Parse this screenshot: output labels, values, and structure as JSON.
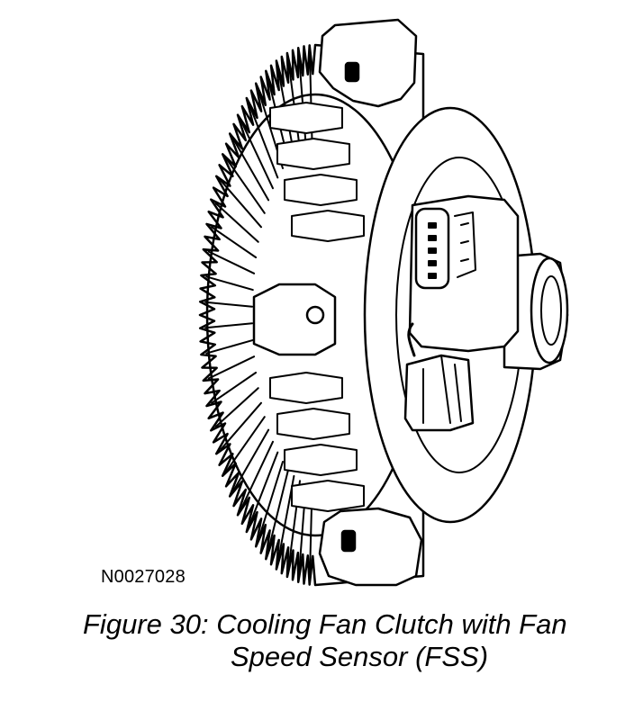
{
  "part_number": "N0027028",
  "caption": {
    "line1": "Figure 30: Cooling Fan Clutch with Fan",
    "line2": "Speed Sensor (FSS)"
  },
  "colors": {
    "ink": "#000000",
    "paper": "#ffffff"
  }
}
